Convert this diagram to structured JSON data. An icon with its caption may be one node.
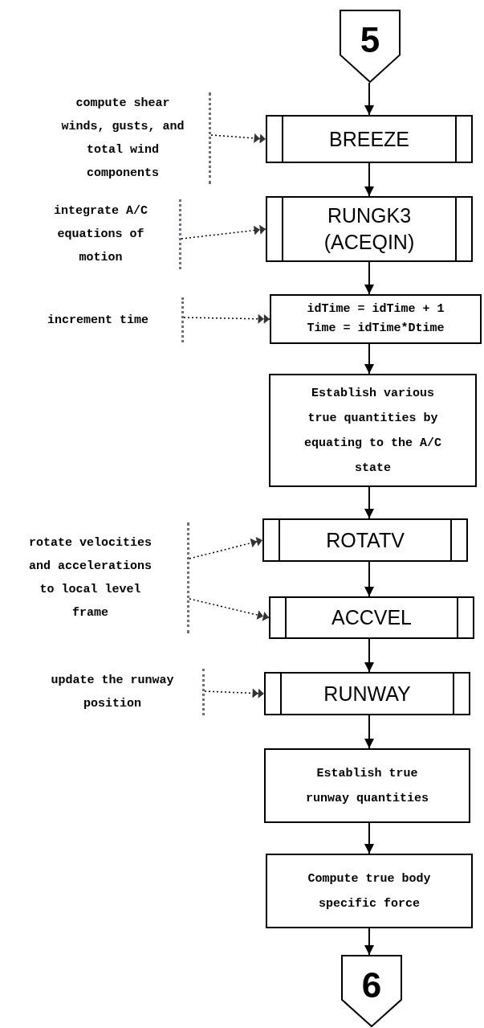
{
  "diagram": {
    "nodes": [
      {
        "text": [
          "5"
        ]
      },
      {
        "text": [
          "BREEZE"
        ]
      },
      {
        "text": [
          "RUNGK3 (ACEQIN)"
        ]
      },
      {
        "text": [
          "idTime = idTime + 1",
          "Time = idTime*Dtime"
        ]
      },
      {
        "text": [
          "Establish various true quantities by equating to the A/C state"
        ]
      },
      {
        "text": [
          "ROTATV"
        ]
      },
      {
        "text": [
          "ACCVEL"
        ]
      },
      {
        "text": [
          "RUNWAY"
        ]
      },
      {
        "text": [
          "Establish true runway quantities"
        ]
      },
      {
        "text": [
          "Compute true body specific force"
        ]
      },
      {
        "text": [
          "6"
        ]
      },
      {
        "text": [
          "compute shear winds, gusts, and total wind components"
        ]
      },
      {
        "text": [
          "integrate A/C equations of motion"
        ]
      },
      {
        "text": [
          "increment time"
        ]
      },
      {
        "text": [
          "rotate velocities and accelerations to local level frame"
        ]
      },
      {
        "text": [
          "update the runway position"
        ]
      }
    ],
    "edges": [
      {
        "from": 0,
        "to": 1,
        "arrow": "to"
      },
      {
        "from": 1,
        "to": 2,
        "arrow": "to"
      },
      {
        "from": 2,
        "to": 3,
        "arrow": "to"
      },
      {
        "from": 3,
        "to": 4,
        "arrow": "to"
      },
      {
        "from": 4,
        "to": 5,
        "arrow": "to"
      },
      {
        "from": 5,
        "to": 6,
        "arrow": "to"
      },
      {
        "from": 6,
        "to": 7,
        "arrow": "to"
      },
      {
        "from": 7,
        "to": 8,
        "arrow": "to"
      },
      {
        "from": 8,
        "to": 9,
        "arrow": "to"
      },
      {
        "from": 9,
        "to": 10,
        "arrow": "to"
      },
      {
        "from": 11,
        "to": 1,
        "arrow": "to",
        "style": "dashed"
      },
      {
        "from": 12,
        "to": 2,
        "arrow": "to",
        "style": "dashed"
      },
      {
        "from": 13,
        "to": 3,
        "arrow": "to",
        "style": "dashed"
      },
      {
        "from": 14,
        "to": 5,
        "arrow": "to",
        "style": "dashed"
      },
      {
        "from": 14,
        "to": 6,
        "arrow": "to",
        "style": "dashed"
      },
      {
        "from": 15,
        "to": 7,
        "arrow": "to",
        "style": "dashed"
      }
    ]
  }
}
